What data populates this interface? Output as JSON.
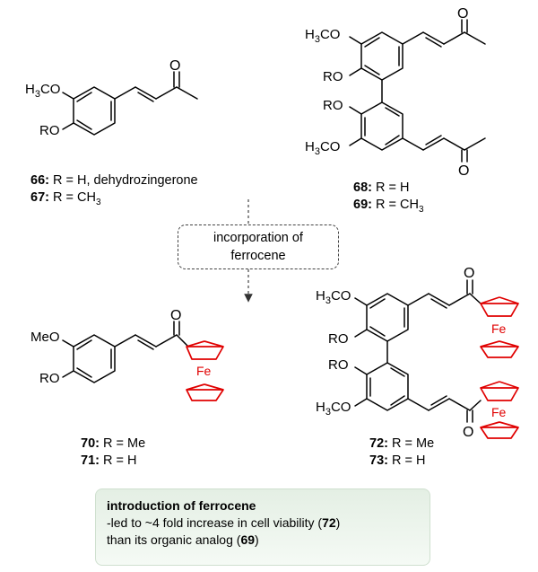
{
  "compounds": {
    "c66": {
      "number": "66",
      "text": "R = H, dehydrozingerone"
    },
    "c67": {
      "number": "67",
      "text": "R = CH",
      "sub": "3"
    },
    "c68": {
      "number": "68",
      "text": "R = H"
    },
    "c69": {
      "number": "69",
      "text": "R = CH",
      "sub": "3"
    },
    "c70": {
      "number": "70",
      "text": "R = Me"
    },
    "c71": {
      "number": "71",
      "text": "R = H"
    },
    "c72": {
      "number": "72",
      "text": "R = Me"
    },
    "c73": {
      "number": "73",
      "text": "R = H"
    }
  },
  "atoms": {
    "h3co": "H3CO",
    "meo": "MeO",
    "ro": "RO",
    "o": "O",
    "fe": "Fe"
  },
  "arrow_box": {
    "line1": "incorporation of",
    "line2": "ferrocene"
  },
  "note": {
    "title": "introduction of ferrocene",
    "line1_prefix": "-led to ~4 fold increase in cell viability (",
    "line1_ref": "72",
    "line1_suffix": ")",
    "line2_prefix": " than its organic analog (",
    "line2_ref": "69",
    "line2_suffix": ")"
  },
  "colors": {
    "ferrocene": "#e00000",
    "note_bg": "#e4efe4"
  }
}
